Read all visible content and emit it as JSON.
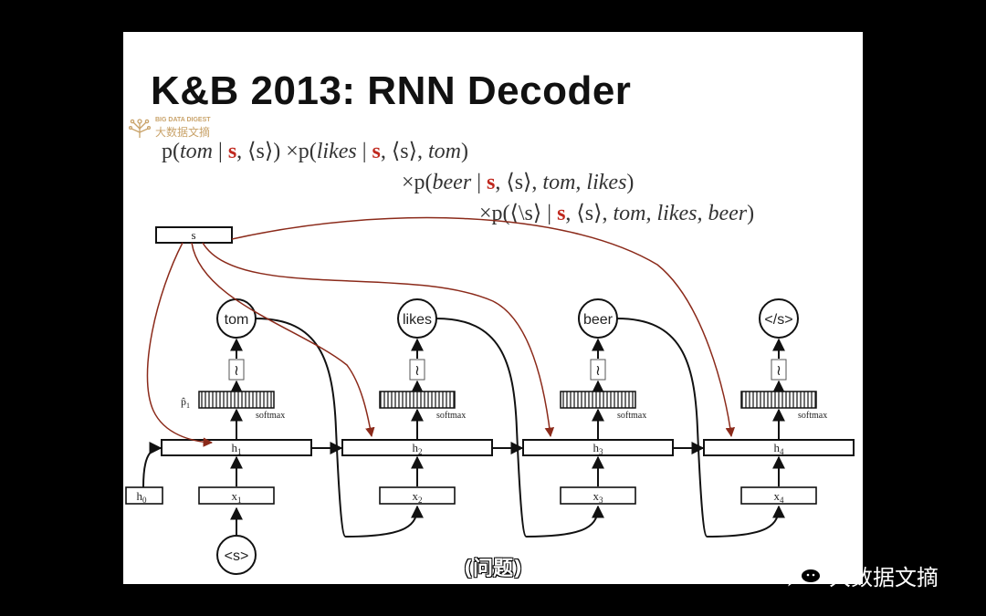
{
  "slide": {
    "title": "K&B 2013: RNN Decoder",
    "watermark_en": "BIG DATA DIGEST",
    "watermark_cn": "大数据文摘"
  },
  "formula": {
    "lines": [
      [
        {
          "t": "p(",
          "c": "n"
        },
        {
          "t": "tom",
          "c": "i"
        },
        {
          "t": " | ",
          "c": "n"
        },
        {
          "t": "s",
          "c": "r"
        },
        {
          "t": ", ⟨s⟩) ×p(",
          "c": "n"
        },
        {
          "t": "likes",
          "c": "i"
        },
        {
          "t": " | ",
          "c": "n"
        },
        {
          "t": "s",
          "c": "r"
        },
        {
          "t": ", ⟨s⟩, ",
          "c": "n"
        },
        {
          "t": "tom",
          "c": "i"
        },
        {
          "t": ")",
          "c": "n"
        }
      ],
      [
        {
          "t": "×p(",
          "c": "n"
        },
        {
          "t": "beer",
          "c": "i"
        },
        {
          "t": " | ",
          "c": "n"
        },
        {
          "t": "s",
          "c": "r"
        },
        {
          "t": ", ⟨s⟩, ",
          "c": "n"
        },
        {
          "t": "tom, likes",
          "c": "i"
        },
        {
          "t": ")",
          "c": "n"
        }
      ],
      [
        {
          "t": "×p(⟨\\s⟩ | ",
          "c": "n"
        },
        {
          "t": "s",
          "c": "r"
        },
        {
          "t": ", ⟨s⟩, ",
          "c": "n"
        },
        {
          "t": "tom, likes, beer",
          "c": "i"
        },
        {
          "t": ")",
          "c": "n"
        }
      ]
    ]
  },
  "diagram": {
    "source_label": "s",
    "h0_label": "h",
    "h0_sub": "0",
    "start_token": "<s>",
    "p_hat_label": "p̂",
    "p_hat_sub": "1",
    "softmax_label": "softmax",
    "tilde": "≀",
    "steps": [
      {
        "output": "tom",
        "hidden": "h",
        "hidden_sub": "1",
        "input": "x",
        "input_sub": "1"
      },
      {
        "output": "likes",
        "hidden": "h",
        "hidden_sub": "2",
        "input": "x",
        "input_sub": "2"
      },
      {
        "output": "beer",
        "hidden": "h",
        "hidden_sub": "3",
        "input": "x",
        "input_sub": "3"
      },
      {
        "output": "</s>",
        "hidden": "h",
        "hidden_sub": "4",
        "input": "x",
        "input_sub": "4"
      }
    ],
    "colors": {
      "source_arrow": "#8b2a1a",
      "accent_red": "#c0281e"
    }
  },
  "subtitle": "(问题)",
  "corner_watermark": {
    "icon": "wechat-icon",
    "text": "大数据文摘"
  }
}
